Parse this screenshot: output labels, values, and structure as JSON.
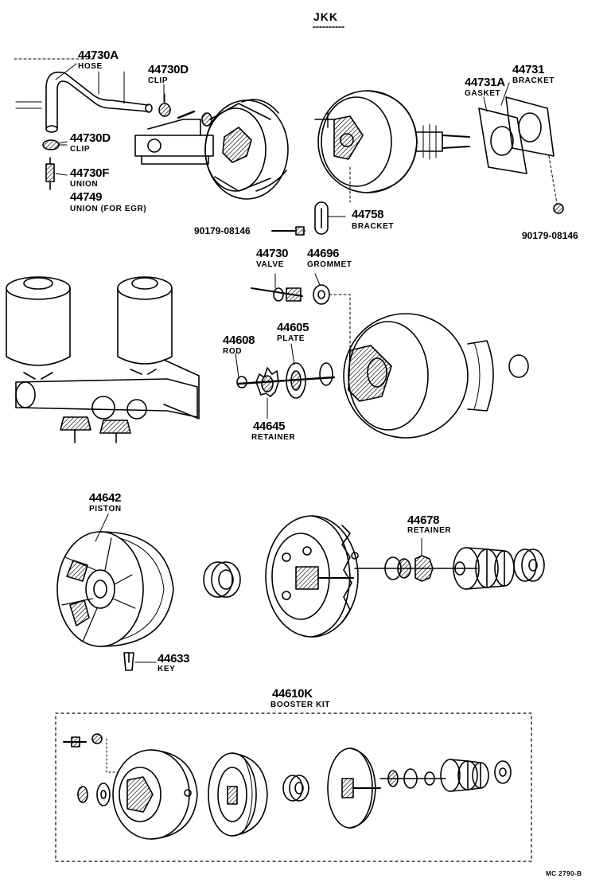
{
  "header": {
    "code": "JKK"
  },
  "labels": {
    "p44730A": "44730A",
    "hose": "HOSE",
    "p44730D_top": "44730D",
    "clip_top": "CLIP",
    "p44730D_left": "44730D",
    "clip_left": "CLIP",
    "p44730F": "44730F",
    "union": "UNION",
    "p44749": "44749",
    "union_egr": "UNION (FOR EGR)",
    "p44731": "44731",
    "bracket_top": "BRACKET",
    "p44731A": "44731A",
    "gasket": "GASKET",
    "p44758": "44758",
    "bracket_mid": "BRACKET",
    "bolt_left": "90179-08146",
    "bolt_right": "90179-08146",
    "p44730": "44730",
    "valve": "VALVE",
    "p44696": "44696",
    "grommet": "GROMMET",
    "p44608": "44608",
    "rod": "ROD",
    "p44605": "44605",
    "plate": "PLATE",
    "p44645": "44645",
    "retainer_mid": "RETAINER",
    "p44642": "44642",
    "piston": "PISTON",
    "p44678": "44678",
    "retainer_low": "RETAINER",
    "p44633": "44633",
    "key": "KEY",
    "p44610K": "44610K",
    "booster_kit": "BOOSTER KIT"
  },
  "footer": {
    "ref": "MC 2790-B"
  }
}
